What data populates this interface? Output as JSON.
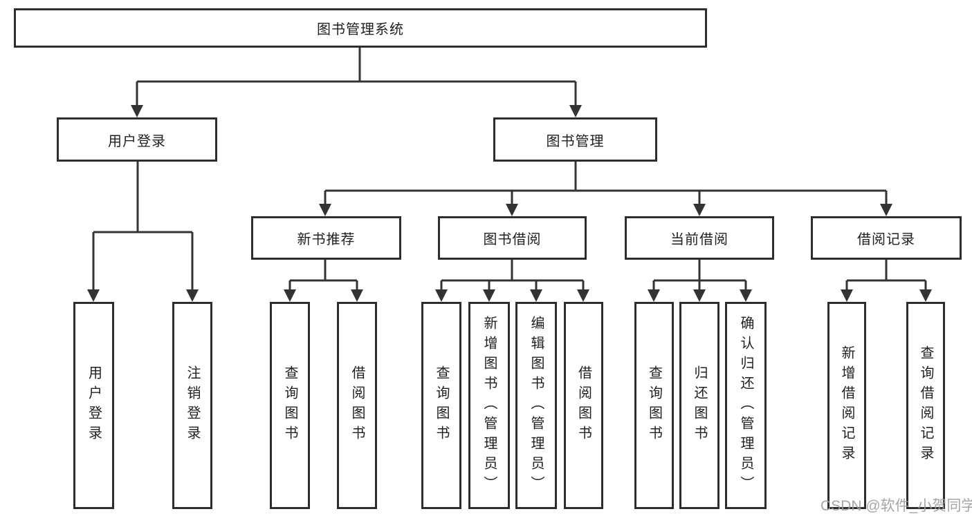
{
  "diagram": {
    "root": {
      "label": "图书管理系统"
    },
    "user_login": {
      "label": "用户登录",
      "children": [
        {
          "label": "用户登录"
        },
        {
          "label": "注销登录"
        }
      ]
    },
    "book_mgmt": {
      "label": "图书管理",
      "sections": [
        {
          "label": "新书推荐",
          "children": [
            {
              "label": "查询图书"
            },
            {
              "label": "借阅图书"
            }
          ]
        },
        {
          "label": "图书借阅",
          "children": [
            {
              "label": "查询图书"
            },
            {
              "label": "新增图书（管理员）"
            },
            {
              "label": "编辑图书（管理员）"
            },
            {
              "label": "借阅图书"
            }
          ]
        },
        {
          "label": "当前借阅",
          "children": [
            {
              "label": "查询图书"
            },
            {
              "label": "归还图书"
            },
            {
              "label": "确认归还（管理员）"
            }
          ]
        },
        {
          "label": "借阅记录",
          "children": [
            {
              "label": "新增借阅记录"
            },
            {
              "label": "查询借阅记录"
            }
          ]
        }
      ]
    }
  },
  "watermark": {
    "text": "CSDN @软件_小贺同学"
  },
  "colors": {
    "line": "#333333",
    "box_border": "#2d2d2d",
    "text": "#1f1f1f",
    "watermark": "#9e9e9e",
    "background": "#ffffff"
  }
}
